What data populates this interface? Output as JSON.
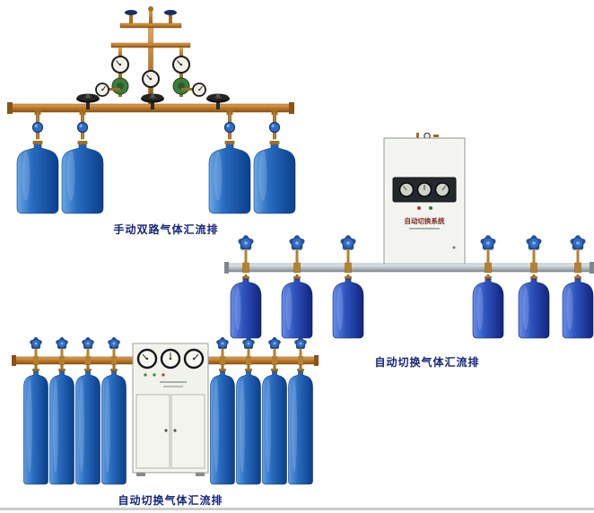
{
  "page": {
    "background": "#ffffff",
    "bottom_rule_color": "#cbcbcb"
  },
  "colors": {
    "caption_text": "#15257a",
    "copper_pipe": "#c07c2c",
    "silver_pipe": "#b9c3c9",
    "cylinder_blue": "#2a6cc0",
    "cylinder_indigo": "#2f55c0",
    "cabinet_body": "#f3f4ef",
    "regulator_green": "#3f7d3f",
    "valve_handle_blue": "#2f6cc8",
    "handwheel_black": "#141414"
  },
  "products": [
    {
      "id": "manual-dual-manifold",
      "caption": "手动双路气体汇流排",
      "cylinder_count": 4,
      "handwheel_valve_count": 3,
      "regulator_count": 2
    },
    {
      "id": "auto-switch-manifold-cabinet",
      "caption": "自动切换气体汇流排",
      "cabinet_label": "自动切换系统",
      "cylinder_count": 6,
      "gauge_count": 3
    },
    {
      "id": "auto-switch-manifold-tall",
      "caption": "自动切换气体汇流排",
      "cylinder_count": 8,
      "gauge_count": 3
    }
  ]
}
